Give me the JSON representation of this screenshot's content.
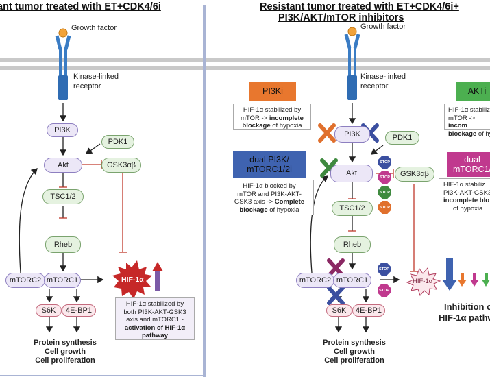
{
  "left_panel": {
    "title": "ant tumor treated with ET+CDK4/6i",
    "growth_factor": "Growth factor",
    "receptor_line1": "Kinase-linked",
    "receptor_line2": "receptor",
    "nodes": {
      "pi3k": "PI3K",
      "pdk1": "PDK1",
      "akt": "Akt",
      "gsk3": "GSK3αβ",
      "tsc": "TSC1/2",
      "rheb": "Rheb",
      "mtorc2": "mTORC2",
      "mtorc1": "mTORC1",
      "s6k": "S6K",
      "ebp1": "4E-BP1",
      "hif": "HIF-1α"
    },
    "note_lines": [
      "HIF-1α stabilized by",
      "both PI3K-AKT-GSK3",
      "axis and mTORC1 -"
    ],
    "note_bold": "activation of  HIF-1α",
    "note_bold2": "pathway",
    "outcome": [
      "Protein synthesis",
      "Cell growth",
      "Cell proliferation"
    ]
  },
  "right_panel": {
    "title_line1": "Resistant tumor treated with ET+CDK4/6i+",
    "title_line2": "PI3K/AKT/mTOR inhibitors",
    "growth_factor": "Growth factor",
    "receptor_line1": "Kinase-linked",
    "receptor_line2": "receptor",
    "nodes": {
      "pi3k": "PI3K",
      "pdk1": "PDK1",
      "akt": "Akt",
      "gsk3": "GSK3αβ",
      "tsc": "TSC1/2",
      "rheb": "Rheb",
      "mtorc2": "mTORC2",
      "mtorc1": "mTORC1",
      "s6k": "S6K",
      "ebp1": "4E-BP1",
      "hif": "HIF-1α"
    },
    "stop_label": "STOP",
    "pi3ki": {
      "label": "PI3Ki",
      "lines": [
        "HIF-1α stabilized by",
        "mTOR -> "
      ],
      "bold1": "incomplete",
      "bold2": "blockage",
      "tail": " of hypoxia"
    },
    "dual_pi3k": {
      "label_line1": "dual PI3K/",
      "label_line2": "mTORC1/2i",
      "lines": [
        "HIF-1α blocked by",
        "mTOR and PI3K-AKT-",
        "GSK3 axis -> "
      ],
      "bold1": "Complete",
      "bold2": "blockage",
      "tail": " of hypoxia"
    },
    "akti": {
      "label": "AKTi",
      "lines": [
        "HIF-1α stabiliz",
        "mTOR -> "
      ],
      "bold1": "incom",
      "bold2": "blockage",
      "tail": " of hy"
    },
    "dual_mtorc": {
      "label_line1": "dual",
      "label_line2": "mTORC1/",
      "lines": [
        "HIF-1α stabiliz",
        "PI3K-AKT-GSK3"
      ],
      "bold1": "incomplete blo",
      "tail": "of hypoxia"
    },
    "inhibition_line1": "Inhibition o",
    "inhibition_line2": "HIF-1α pathw",
    "outcome": [
      "Protein synthesis",
      "Cell growth",
      "Cell proliferation"
    ]
  },
  "colors": {
    "divider": "#a9b4d4",
    "x_orange": "#e0702d",
    "x_blue": "#3b4fa0",
    "x_green": "#3f8a3f",
    "x_magenta": "#8a2863",
    "pi3ki_box": "#e8772e",
    "akti_box": "#4caf50",
    "dual_pi3k_box": "#3f63b0",
    "dual_mtorc_box": "#c0398e",
    "hif_star": "#c62828"
  }
}
